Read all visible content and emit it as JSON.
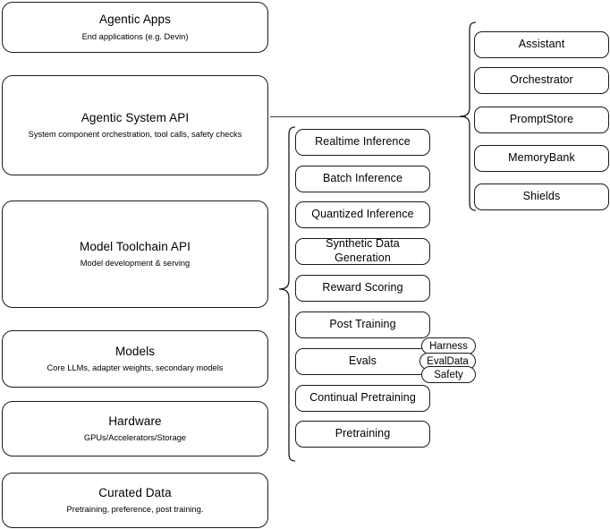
{
  "diagram": {
    "title": "AI Stack Layers Diagram",
    "background_color": "#ffffff",
    "stroke_color": "#1a1a1a"
  },
  "layers": [
    {
      "name": "agentic-apps",
      "title": "Agentic Apps",
      "subtitle": "End applications (e.g. Devin)"
    },
    {
      "name": "agentic-system-api",
      "title": "Agentic System API",
      "subtitle": "System component orchestration, tool calls, safety checks"
    },
    {
      "name": "model-toolchain-api",
      "title": "Model Toolchain API",
      "subtitle": "Model development & serving"
    },
    {
      "name": "models",
      "title": "Models",
      "subtitle": "Core LLMs, adapter weights, secondary models"
    },
    {
      "name": "hardware",
      "title": "Hardware",
      "subtitle": "GPUs/Accelerators/Storage"
    },
    {
      "name": "curated-data",
      "title": "Curated Data",
      "subtitle": "Pretraining, preference, post training."
    }
  ],
  "toolchain_items": [
    {
      "name": "realtime-inference",
      "label": "Realtime Inference"
    },
    {
      "name": "batch-inference",
      "label": "Batch Inference"
    },
    {
      "name": "quantized-inference",
      "label": "Quantized Inference"
    },
    {
      "name": "synthetic-data-generation",
      "label": "Synthetic Data Generation"
    },
    {
      "name": "reward-scoring",
      "label": "Reward Scoring"
    },
    {
      "name": "post-training",
      "label": "Post Training"
    },
    {
      "name": "evals",
      "label": "Evals"
    },
    {
      "name": "continual-pretraining",
      "label": "Continual Pretraining"
    },
    {
      "name": "pretraining",
      "label": "Pretraining"
    }
  ],
  "evals_pills": [
    {
      "name": "harness",
      "label": "Harness"
    },
    {
      "name": "evaldata",
      "label": "EvalData"
    },
    {
      "name": "safety",
      "label": "Safety"
    }
  ],
  "system_items": [
    {
      "name": "assistant",
      "label": "Assistant"
    },
    {
      "name": "orchestrator",
      "label": "Orchestrator"
    },
    {
      "name": "promptstore",
      "label": "PromptStore"
    },
    {
      "name": "memorybank",
      "label": "MemoryBank"
    },
    {
      "name": "shields",
      "label": "Shields"
    }
  ]
}
